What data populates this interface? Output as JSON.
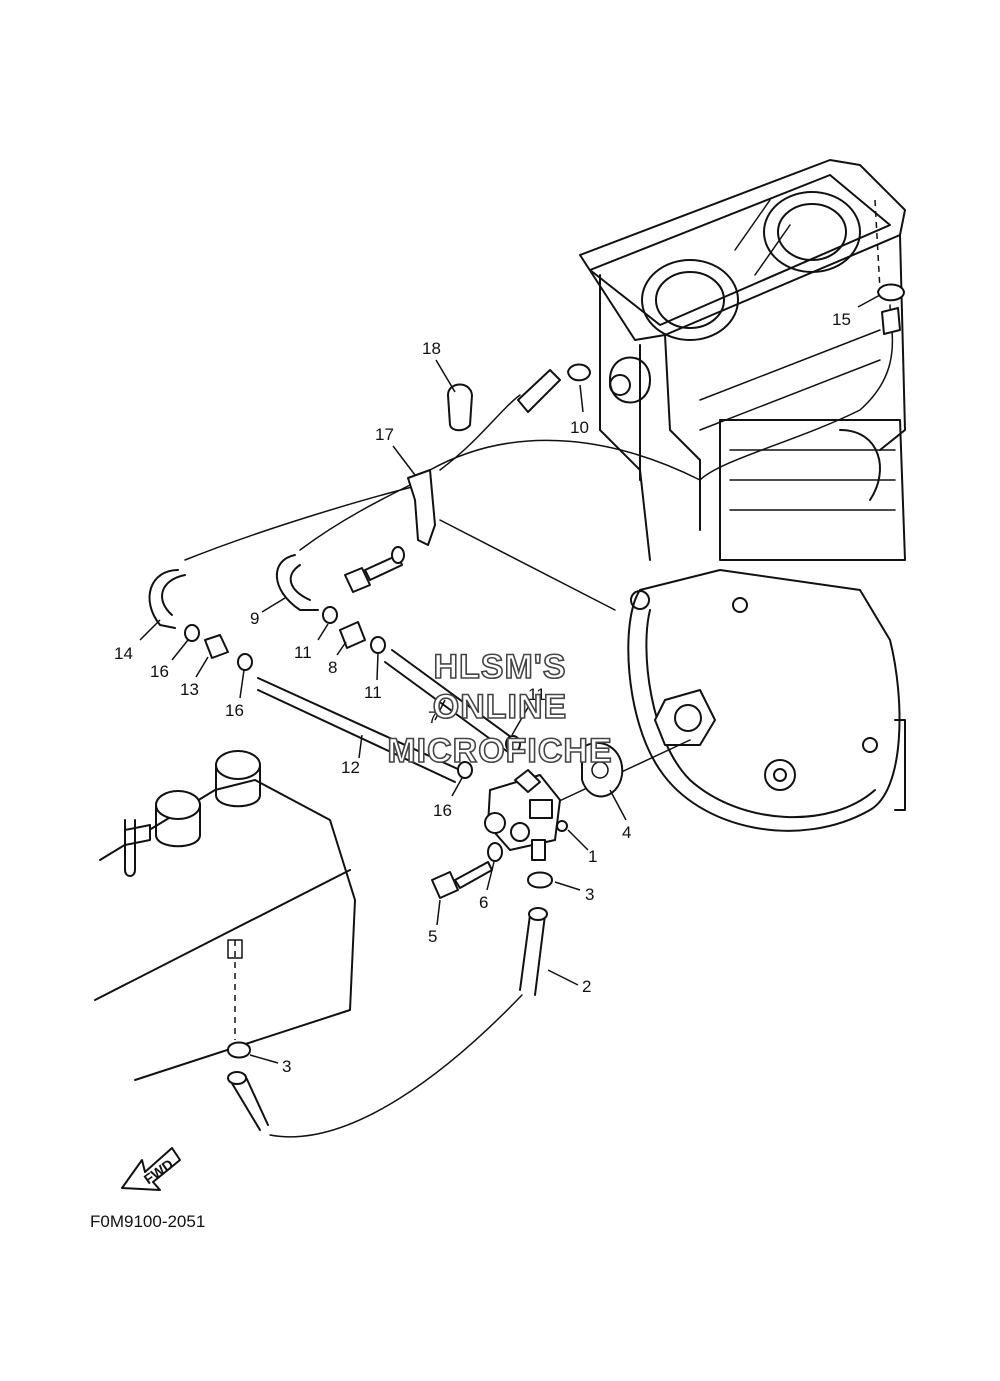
{
  "diagram": {
    "callouts": [
      "1",
      "2",
      "3",
      "3",
      "4",
      "5",
      "6",
      "7",
      "8",
      "9",
      "10",
      "11",
      "11",
      "11",
      "12",
      "13",
      "14",
      "15",
      "16",
      "16",
      "16",
      "17",
      "18"
    ],
    "watermark": [
      "HLSM'S",
      "ONLINE",
      "MICROFICHE"
    ],
    "figure_code": "F0M9100-2051",
    "direction_label": "FWD"
  }
}
